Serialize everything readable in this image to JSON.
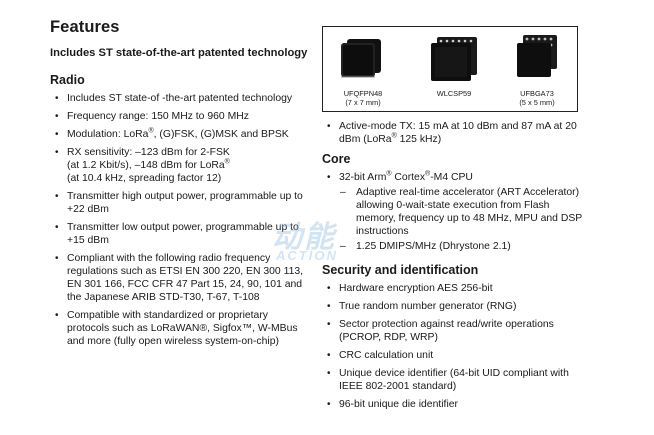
{
  "features": {
    "title": "Features",
    "intro": "Includes ST state-of-the-art patented technology"
  },
  "radio": {
    "title": "Radio",
    "items": [
      {
        "text": "Includes ST state-of -the-art patented technology"
      },
      {
        "text": "Frequency range: 150 MHz to 960 MHz"
      },
      {
        "pre": "Modulation: LoRa",
        "sup": "®",
        "post": ", (G)FSK, (G)MSK and BPSK"
      },
      {
        "l1": "RX sensitivity: –123 dBm for 2-FSK",
        "l2": "(at 1.2 Kbit/s), –148 dBm for LoRa",
        "sup": "®",
        "l3": "(at 10.4 kHz, spreading factor 12)"
      },
      {
        "text": "Transmitter high output power, programmable up to +22 dBm"
      },
      {
        "text": "Transmitter low output power, programmable up to +15 dBm"
      },
      {
        "text": "Compliant with the following radio frequency regulations such as ETSI EN 300 220, EN 300 113, EN 301 166, FCC CFR 47 Part 15, 24, 90, 101 and the Japanese ARIB STD-T30, T-67, T-108"
      },
      {
        "text": "Compatible with standardized or proprietary protocols such as LoRaWAN®, Sigfox™, W-MBus and more (fully open wireless system-on-chip)"
      }
    ]
  },
  "packages": [
    {
      "name": "UFQFPN48",
      "size": "(7 x 7 mm)"
    },
    {
      "name": "WLCSP59",
      "size": ""
    },
    {
      "name": "UFBGA73",
      "size": "(5 x 5 mm)"
    }
  ],
  "active_mode": {
    "pre": "Active-mode TX: 15 mA at 10 dBm and 87 mA at 20 dBm (LoRa",
    "sup": "®",
    "post": " 125 kHz)"
  },
  "core": {
    "title": "Core",
    "cpu": {
      "a": "32-bit Arm",
      "sup1": "®",
      "b": " Cortex",
      "sup2": "®",
      "c": "-M4 CPU"
    },
    "sub": [
      "Adaptive real-time accelerator (ART Accelerator) allowing 0-wait-state execution from Flash memory, frequency up to 48 MHz, MPU and DSP instructions",
      "1.25 DMIPS/MHz (Dhrystone 2.1)"
    ]
  },
  "security": {
    "title": "Security and identification",
    "items": [
      "Hardware encryption AES 256-bit",
      "True random number generator (RNG)",
      "Sector protection against read/write operations (PCROP, RDP, WRP)",
      "CRC calculation unit",
      "Unique device identifier (64-bit UID compliant with IEEE 802-2001 standard)",
      "96-bit unique die identifier"
    ]
  },
  "watermark": {
    "main": "动能",
    "sub": "ACTION"
  },
  "colors": {
    "watermark": "#7fb4dd",
    "text": "#1a1a1a"
  }
}
